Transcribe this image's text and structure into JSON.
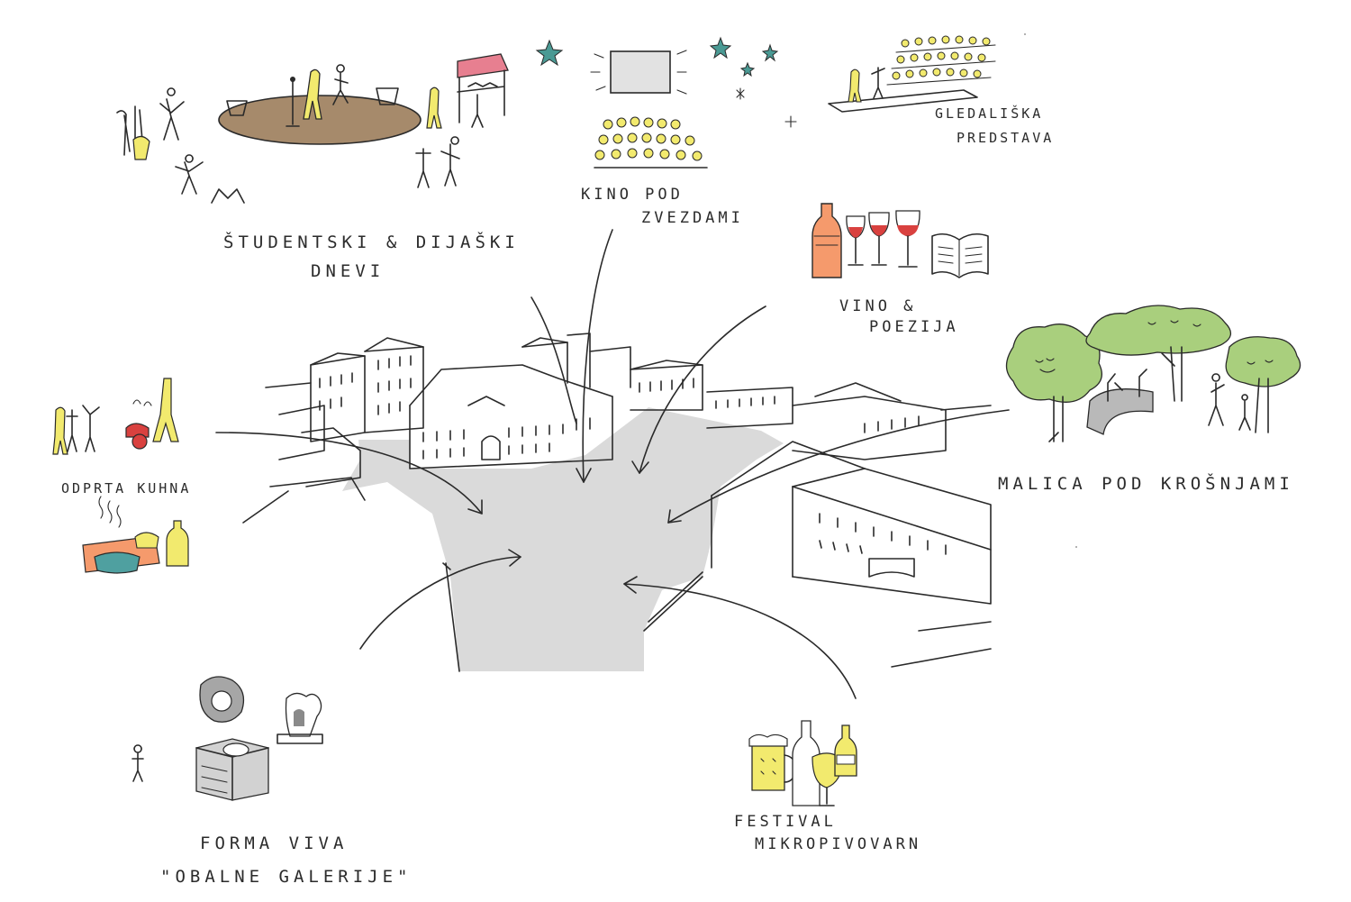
{
  "labels": {
    "studentski_line1": "ŠTUDENTSKI & DIJAŠKI",
    "studentski_line2": "DNEVI",
    "kino_line1": "KINO POD",
    "kino_line2": "ZVEZDAMI",
    "gledaliska_line1": "GLEDALIŠKA",
    "gledaliska_line2": "PREDSTAVA",
    "vino_line1": "VINO &",
    "vino_line2": "POEZIJA",
    "malica": "MALICA POD KROŠNJAMI",
    "odprta_kuhna": "ODPRTA KUHNA",
    "forma_line1": "FORMA VIVA",
    "forma_line2": "\"OBALNE GALERIJE\"",
    "festival_line1": "FESTIVAL",
    "festival_line2": "MIKROPIVOVARN"
  },
  "colors": {
    "square_fill": "#dadada",
    "stage_brown": "#a68a6b",
    "accent_yellow": "#f2ea6e",
    "accent_orange": "#f59a6c",
    "accent_red": "#d9413f",
    "tree_green": "#a9cf7d",
    "star_teal": "#4a9a94",
    "awning_pink": "#e77f90",
    "pot_teal": "#4fa0a0",
    "screen_gray": "#e2e2e2"
  }
}
